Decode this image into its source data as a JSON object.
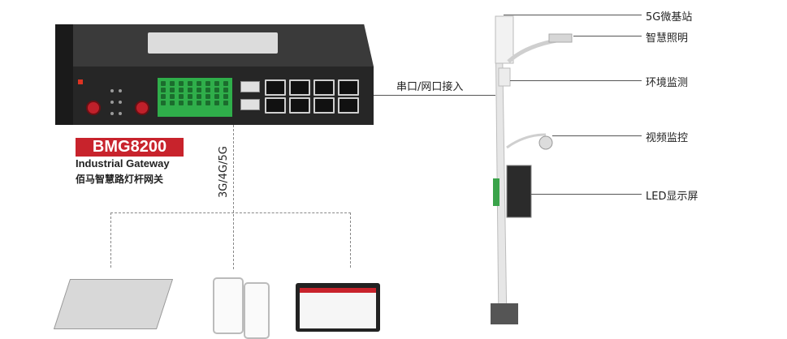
{
  "product": {
    "model": "BMG8200",
    "name_en": "Industrial Gateway",
    "name_cn": "佰马智慧路灯杆网关"
  },
  "links": {
    "uplink": "3G/4G/5G",
    "pole_link": "串口/网口接入"
  },
  "pole_features": [
    "5G微基站",
    "智慧照明",
    "环境监测",
    "视频监控",
    "LED显示屏"
  ],
  "colors": {
    "accent_red": "#c8232c",
    "terminal_green": "#2fae4a",
    "device_body": "#262626"
  }
}
